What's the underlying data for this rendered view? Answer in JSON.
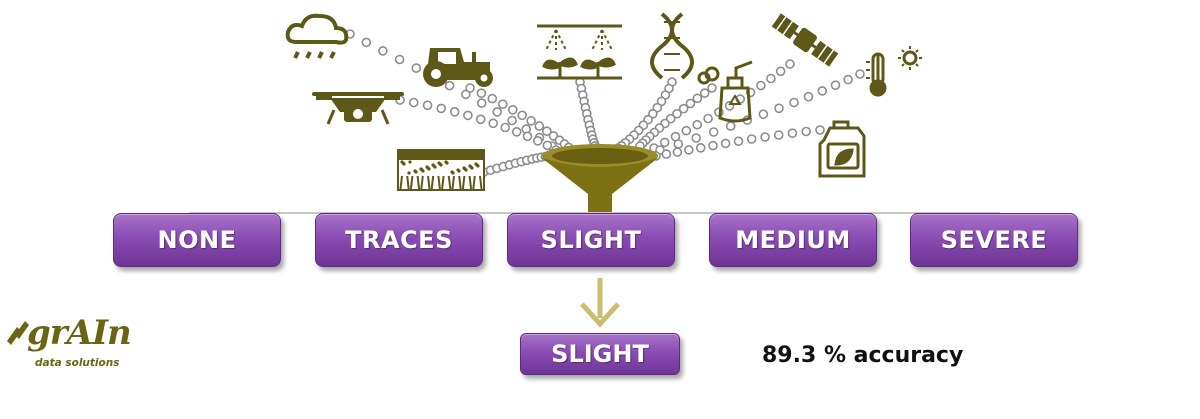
{
  "diagram": {
    "classes": [
      "NONE",
      "TRACES",
      "SLIGHT",
      "MEDIUM",
      "SEVERE"
    ],
    "result": "SLIGHT",
    "accuracy": "89.3 % accuracy"
  },
  "logo": {
    "name": "grAIn",
    "tagline": "data solutions"
  },
  "icons": [
    "rain-cloud-icon",
    "drone-icon",
    "tractor-icon",
    "soil-layers-icon",
    "irrigation-sprinkler-icon",
    "dna-icon",
    "sprayer-bottle-icon",
    "satellite-icon",
    "thermometer-sun-icon",
    "fertilizer-canister-icon"
  ],
  "colors": {
    "icon": "#5e5818",
    "funnel": "#7d7014",
    "button": "#8a4cb4",
    "arrow": "#c9bd6e",
    "logo": "#6b6414"
  }
}
